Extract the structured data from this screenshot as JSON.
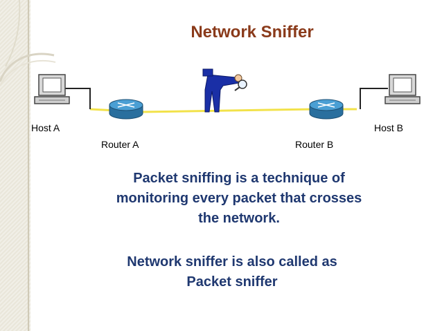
{
  "title": "Network Sniffer",
  "labels": {
    "host_a": "Host A",
    "host_b": "Host B",
    "router_a": "Router A",
    "router_b": "Router B"
  },
  "paragraphs": {
    "p1_line1": "Packet sniffing is a technique of",
    "p1_line2": "monitoring every packet that crosses",
    "p1_line3": "the network.",
    "p2_line1": "Network sniffer is also called as",
    "p2_line2": "Packet sniffer"
  },
  "colors": {
    "title": "#8a3a1a",
    "body_text": "#1f3870",
    "link_line": "#f2e24a",
    "router": "#2f7fb5",
    "sidebar": "#e9e6da"
  }
}
